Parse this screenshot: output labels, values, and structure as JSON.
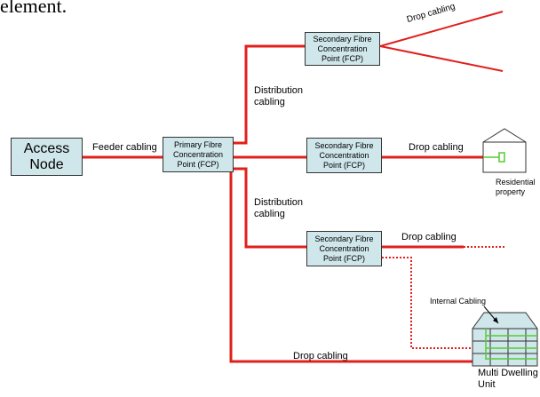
{
  "header_fragment": "element.",
  "nodes": {
    "access_node": "Access\nNode",
    "primary_fcp": "Primary Fibre\nConcentration\nPoint (FCP)",
    "secondary_fcp_top": "Secondary Fibre\nConcentration\nPoint (FCP)",
    "secondary_fcp_mid": "Secondary Fibre\nConcentration\nPoint (FCP)",
    "secondary_fcp_low": "Secondary Fibre\nConcentration\nPoint (FCP)"
  },
  "labels": {
    "feeder": "Feeder cabling",
    "distribution_upper": "Distribution\ncabling",
    "distribution_lower": "Distribution\ncabling",
    "drop_top": "Drop cabling",
    "drop_mid": "Drop cabling",
    "drop_low": "Drop cabling",
    "drop_bottom": "Drop cabling",
    "residential": "Residential\nproperty",
    "internal": "Internal Cabling",
    "mdu": "Multi Dwelling\nUnit"
  },
  "colors": {
    "cable": "#e0201c",
    "box_fill": "#cfe6ea",
    "building_line": "#333333",
    "internal_line": "#55cc33"
  }
}
